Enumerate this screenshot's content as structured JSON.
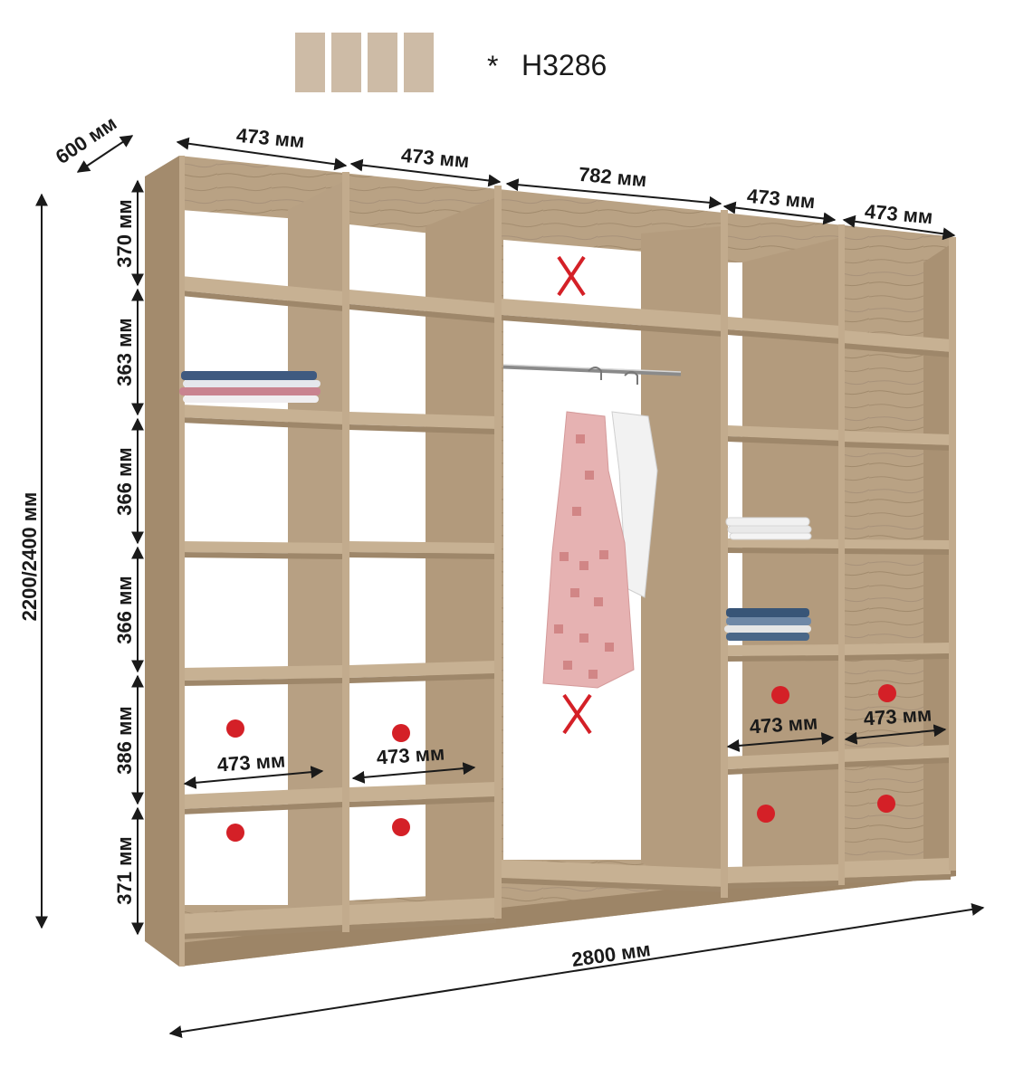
{
  "header": {
    "asterisk": "*",
    "code": "H3286",
    "swatch_color": "#cdbba6",
    "swatch_count": 4
  },
  "dimensions": {
    "depth": "600 мм",
    "height": "2200/2400 мм",
    "total_width": "2800 мм",
    "section_widths": [
      "473 мм",
      "473 мм",
      "782 мм",
      "473 мм",
      "473 мм"
    ],
    "row_heights": [
      "370 мм",
      "363 мм",
      "366 мм",
      "366 мм",
      "386 мм",
      "371 мм"
    ],
    "inner_widths": [
      "473 мм",
      "473 мм",
      "473 мм",
      "473 мм"
    ]
  },
  "colors": {
    "wood": "#b49c7e",
    "wood_dark": "#8c7659",
    "marker_dot": "#d42027",
    "marker_x": "#d42027",
    "dimension": "#1a1a1a"
  },
  "markers": {
    "x_symbol": "X"
  },
  "icons": [
    "folded-clothes-icon",
    "dress-on-hanger-icon",
    "clothes-rail-icon"
  ]
}
